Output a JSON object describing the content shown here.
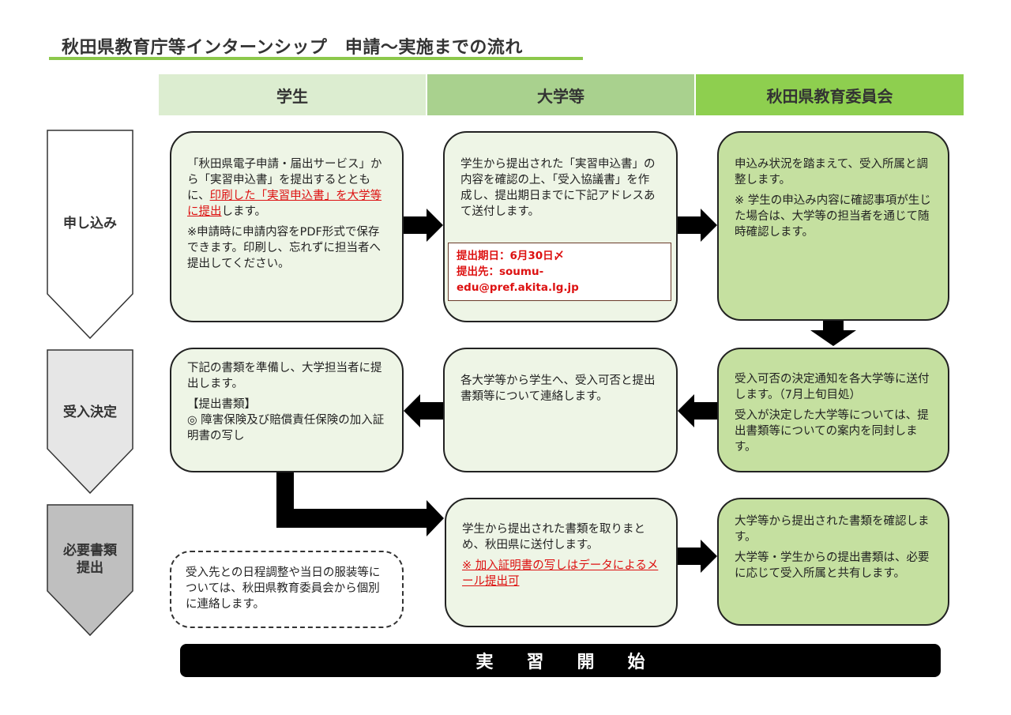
{
  "title": "秋田県教育庁等インターンシップ　申請～実施までの流れ",
  "columns": [
    "学生",
    "大学等",
    "秋田県教育委員会"
  ],
  "stages": [
    {
      "label_lines": [
        "申し込み"
      ]
    },
    {
      "label_lines": [
        "受入決定"
      ]
    },
    {
      "label_lines": [
        "必要書類",
        "提出"
      ]
    }
  ],
  "boxes": {
    "student_apply": {
      "line1": "「秋田県電子申請・届出サービス」から「実習申込書」を提出するとともに、",
      "line1_red": "印刷した「実習申込書」を大学等に提出",
      "line1_end": "します。",
      "line2": "※申請時に申請内容をPDF形式で保存できます。印刷し、忘れずに担当者へ提出してください。"
    },
    "univ_apply": {
      "text": "学生から提出された「実習申込書」の内容を確認の上、「受入協議書」を作成し、提出期日までに下記アドレスあて送付します。",
      "deadline": "提出期日：6月30日〆",
      "address": "提出先：soumu-edu@pref.akita.lg.jp"
    },
    "board_apply": {
      "line1": "申込み状況を踏まえて、受入所属と調整します。",
      "line2": "※ 学生の申込み内容に確認事項が生じた場合は、大学等の担当者を通じて随時確認します。"
    },
    "student_decide": {
      "line1": "下記の書類を準備し、大学担当者に提出します。",
      "line2": "【提出書類】",
      "line3": "◎ 障害保険及び賠償責任保険の加入証明書の写し"
    },
    "univ_decide": {
      "text": "各大学等から学生へ、受入可否と提出書類等について連絡します。"
    },
    "board_decide": {
      "line1": "受入可否の決定通知を各大学等に送付します。（7月上旬目処）",
      "line2": "受入が決定した大学等については、提出書類等についての案内を同封します。"
    },
    "univ_submit": {
      "line1": "学生から提出された書類を取りまとめ、秋田県に送付します。",
      "line2_red": "※ 加入証明書の写しはデータによるメール提出可"
    },
    "board_submit": {
      "line1": "大学等から提出された書類を確認します。",
      "line2": "大学等・学生からの提出書類は、必要に応じて受入所属と共有します。"
    },
    "note": {
      "text": "受入先との日程調整や当日の服装等については、秋田県教育委員会から個別に連絡します。"
    }
  },
  "start_label": "実習開始",
  "colors": {
    "title_underline": "#8cc84b",
    "col1": "#dcedd0",
    "col2": "#a9d18e",
    "col3": "#8ecf4f",
    "box_light": "#eef5e6",
    "box_green": "#c5e0a0",
    "stage1": "#ffffff",
    "stage2": "#e6e6e6",
    "stage3": "#bfbfbf"
  }
}
